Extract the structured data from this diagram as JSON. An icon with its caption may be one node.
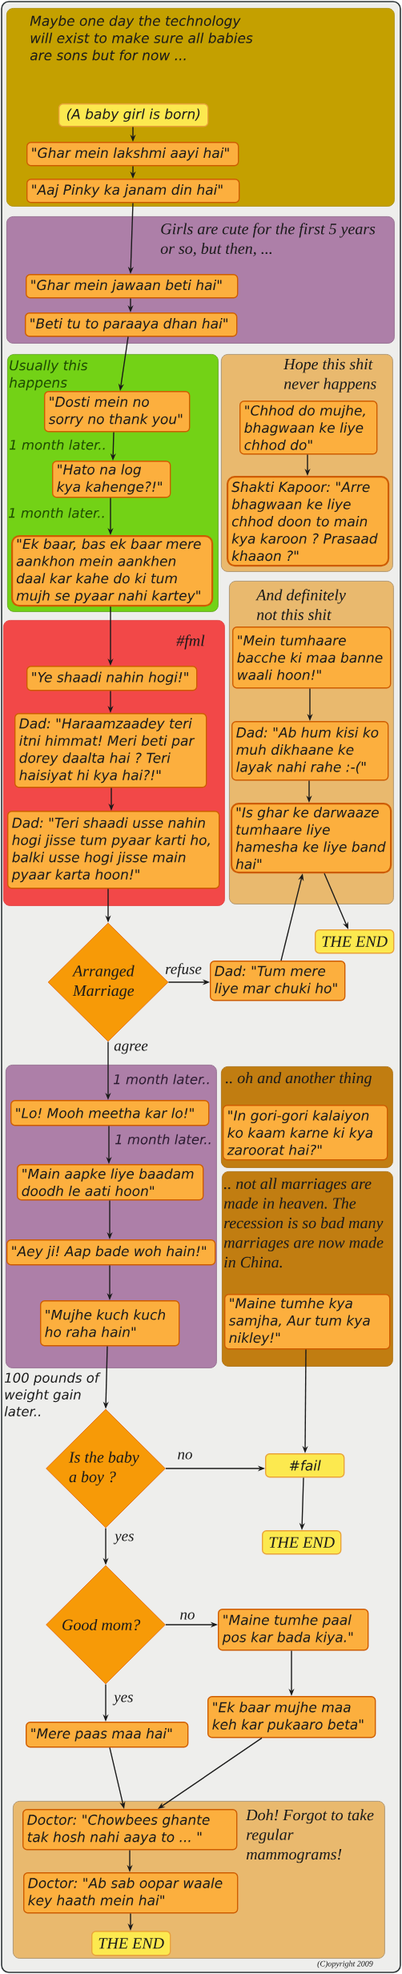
{
  "diagram": {
    "nodes": [
      {
        "text": [
          "Maybe one day the technology will exist to make sure all babies are sons but for now ..."
        ]
      },
      {
        "text": [
          "(A baby girl is born)"
        ],
        "in": 0
      },
      {
        "text": [
          "\"Ghar mein lakshmi aayi hai\""
        ],
        "in": 0
      },
      {
        "text": [
          "\"Aaj Pinky ka janam din hai\""
        ],
        "in": 0
      },
      {
        "text": [
          "Girls are cute for the first 5 years or so, but then, ..."
        ]
      },
      {
        "text": [
          "\"Ghar mein jawaan beti hai\""
        ],
        "in": 4
      },
      {
        "text": [
          "\"Beti tu to paraaya dhan hai\""
        ],
        "in": 4
      },
      {
        "text": [
          "Usually this happens"
        ]
      },
      {
        "text": [
          "\"Dosti mein no sorry no thank you\""
        ],
        "in": 7
      },
      {
        "text": [
          "\"Hato na log kya kahenge?!\""
        ],
        "in": 7
      },
      {
        "text": [
          "\"Ek baar, bas ek baar mere aankhon mein aankhen daal kar kahe do ki tum mujh se pyaar nahi kartey\""
        ],
        "in": 7
      },
      {
        "text": [
          "Hope this shit never happens"
        ]
      },
      {
        "text": [
          "\"Chhod do mujhe, bhagwaan ke liye chhod do\""
        ],
        "in": 11
      },
      {
        "text": [
          "Shakti Kapoor: \"Arre bhagwaan ke liye chhod doon to main kya karoon ? Prasaad khaaon ?\""
        ],
        "in": 11
      },
      {
        "text": [
          "#fml"
        ]
      },
      {
        "text": [
          "\"Ye shaadi nahin hogi!\""
        ],
        "in": 14
      },
      {
        "text": [
          "Dad: \"Haraamzaadey teri itni himmat! Meri beti par dorey daalta hai ? Teri haisiyat hi kya hai?!\""
        ],
        "in": 14
      },
      {
        "text": [
          "Dad: \"Teri shaadi usse nahin hogi jisse tum pyaar karti ho, balki usse hogi jisse main pyaar karta hoon!\""
        ],
        "in": 14
      },
      {
        "text": [
          "And definitely not this shit"
        ]
      },
      {
        "text": [
          "\"Mein tumhaare bacche ki maa banne waali hoon!\""
        ],
        "in": 18
      },
      {
        "text": [
          "Dad: \"Ab hum kisi ko muh dikhaane ke layak nahi rahe :-(\""
        ],
        "in": 18
      },
      {
        "text": [
          "\"Is ghar ke darwaaze tumhaare liye hamesha ke liye band hai\""
        ],
        "in": 18
      },
      {
        "text": [
          "THE END"
        ]
      },
      {
        "text": [
          "Arranged Marriage"
        ]
      },
      {
        "text": [
          "Dad: \"Tum mere liye mar chuki ho\""
        ]
      },
      {
        "text": [],
        "shape": "box"
      },
      {
        "text": [
          "\"Lo! Mooh meetha kar lo!\""
        ],
        "in": 25
      },
      {
        "text": [
          "\"Main aapke liye baadam doodh le aati hoon\""
        ],
        "in": 25
      },
      {
        "text": [
          "\"Aey ji! Aap bade woh hain!\""
        ],
        "in": 25
      },
      {
        "text": [
          "\"Mujhe kuch kuch ho raha hain\""
        ],
        "in": 25
      },
      {
        "text": [
          ".. oh and another thing"
        ]
      },
      {
        "text": [
          "\"In gori-gori kalaiyon ko kaam karne ki kya zaroorat hai?\""
        ],
        "in": 30
      },
      {
        "text": [
          ".. not all marriages are made in heaven. The recession is so bad many marriages are now made in China."
        ]
      },
      {
        "text": [
          "\"Maine tumhe kya samjha, Aur tum kya nikley!\""
        ],
        "in": 32
      },
      {
        "text": [
          "Is the baby a boy ?"
        ]
      },
      {
        "text": [
          "#fail"
        ]
      },
      {
        "text": [
          "THE END"
        ]
      },
      {
        "text": [
          "Good mom?"
        ]
      },
      {
        "text": [
          "\"Maine tumhe paal pos kar bada kiya.\""
        ]
      },
      {
        "text": [
          "\"Ek baar mujhe maa keh kar pukaaro beta\""
        ]
      },
      {
        "text": [
          "\"Mere paas maa hai\""
        ]
      },
      {
        "text": [
          "Doh! Forgot to take regular mammograms!"
        ]
      },
      {
        "text": [
          "Doctor: \"Chowbees ghante tak hosh nahi aaya to ... \""
        ],
        "in": 41
      },
      {
        "text": [
          "Doctor: \"Ab sab oopar waale key haath mein hai\""
        ],
        "in": 41
      },
      {
        "text": [
          "THE END"
        ],
        "in": 41
      }
    ],
    "edges": [
      {
        "from": 1,
        "to": 2,
        "arrow": "to"
      },
      {
        "from": 2,
        "to": 3,
        "arrow": "to"
      },
      {
        "from": 3,
        "to": 5,
        "arrow": "to"
      },
      {
        "from": 5,
        "to": 6,
        "arrow": "to"
      },
      {
        "from": 6,
        "to": 8,
        "arrow": "to"
      },
      {
        "from": 8,
        "to": 9,
        "arrow": "to",
        "label": "1 month later.."
      },
      {
        "from": 9,
        "to": 10,
        "arrow": "to",
        "label": "1 month later.."
      },
      {
        "from": 10,
        "to": 15,
        "arrow": "to"
      },
      {
        "from": 12,
        "to": 13,
        "arrow": "to"
      },
      {
        "from": 15,
        "to": 16,
        "arrow": "to"
      },
      {
        "from": 16,
        "to": 17,
        "arrow": "to"
      },
      {
        "from": 17,
        "to": 23,
        "arrow": "to"
      },
      {
        "from": 19,
        "to": 20,
        "arrow": "to"
      },
      {
        "from": 20,
        "to": 21,
        "arrow": "to"
      },
      {
        "from": 21,
        "to": 22,
        "arrow": "to"
      },
      {
        "from": 23,
        "to": 24,
        "arrow": "to",
        "label": "refuse"
      },
      {
        "from": 24,
        "to": 21,
        "arrow": "to"
      },
      {
        "from": 23,
        "to": 26,
        "arrow": "to",
        "label": "agree"
      },
      {
        "from": 26,
        "to": 27,
        "arrow": "to",
        "label": "1 month later.."
      },
      {
        "from": 27,
        "to": 28,
        "arrow": "to"
      },
      {
        "from": 28,
        "to": 29,
        "arrow": "to"
      },
      {
        "from": 29,
        "to": 34,
        "arrow": "to",
        "label": "100 pounds of weight gain later.."
      },
      {
        "from": 33,
        "to": 35,
        "arrow": "to"
      },
      {
        "from": 34,
        "to": 35,
        "arrow": "to",
        "label": "no"
      },
      {
        "from": 34,
        "to": 37,
        "arrow": "to",
        "label": "yes"
      },
      {
        "from": 35,
        "to": 36,
        "arrow": "to"
      },
      {
        "from": 37,
        "to": 38,
        "arrow": "to",
        "label": "no"
      },
      {
        "from": 37,
        "to": 40,
        "arrow": "to",
        "label": "yes"
      },
      {
        "from": 38,
        "to": 39,
        "arrow": "to"
      },
      {
        "from": 40,
        "to": 42,
        "arrow": "to"
      },
      {
        "from": 39,
        "to": 42,
        "arrow": "to"
      },
      {
        "from": 42,
        "to": 43,
        "arrow": "to"
      },
      {
        "from": 43,
        "to": 44,
        "arrow": "to"
      }
    ],
    "labels": [
      "1 month later..",
      "(C)opyright 2009"
    ]
  }
}
